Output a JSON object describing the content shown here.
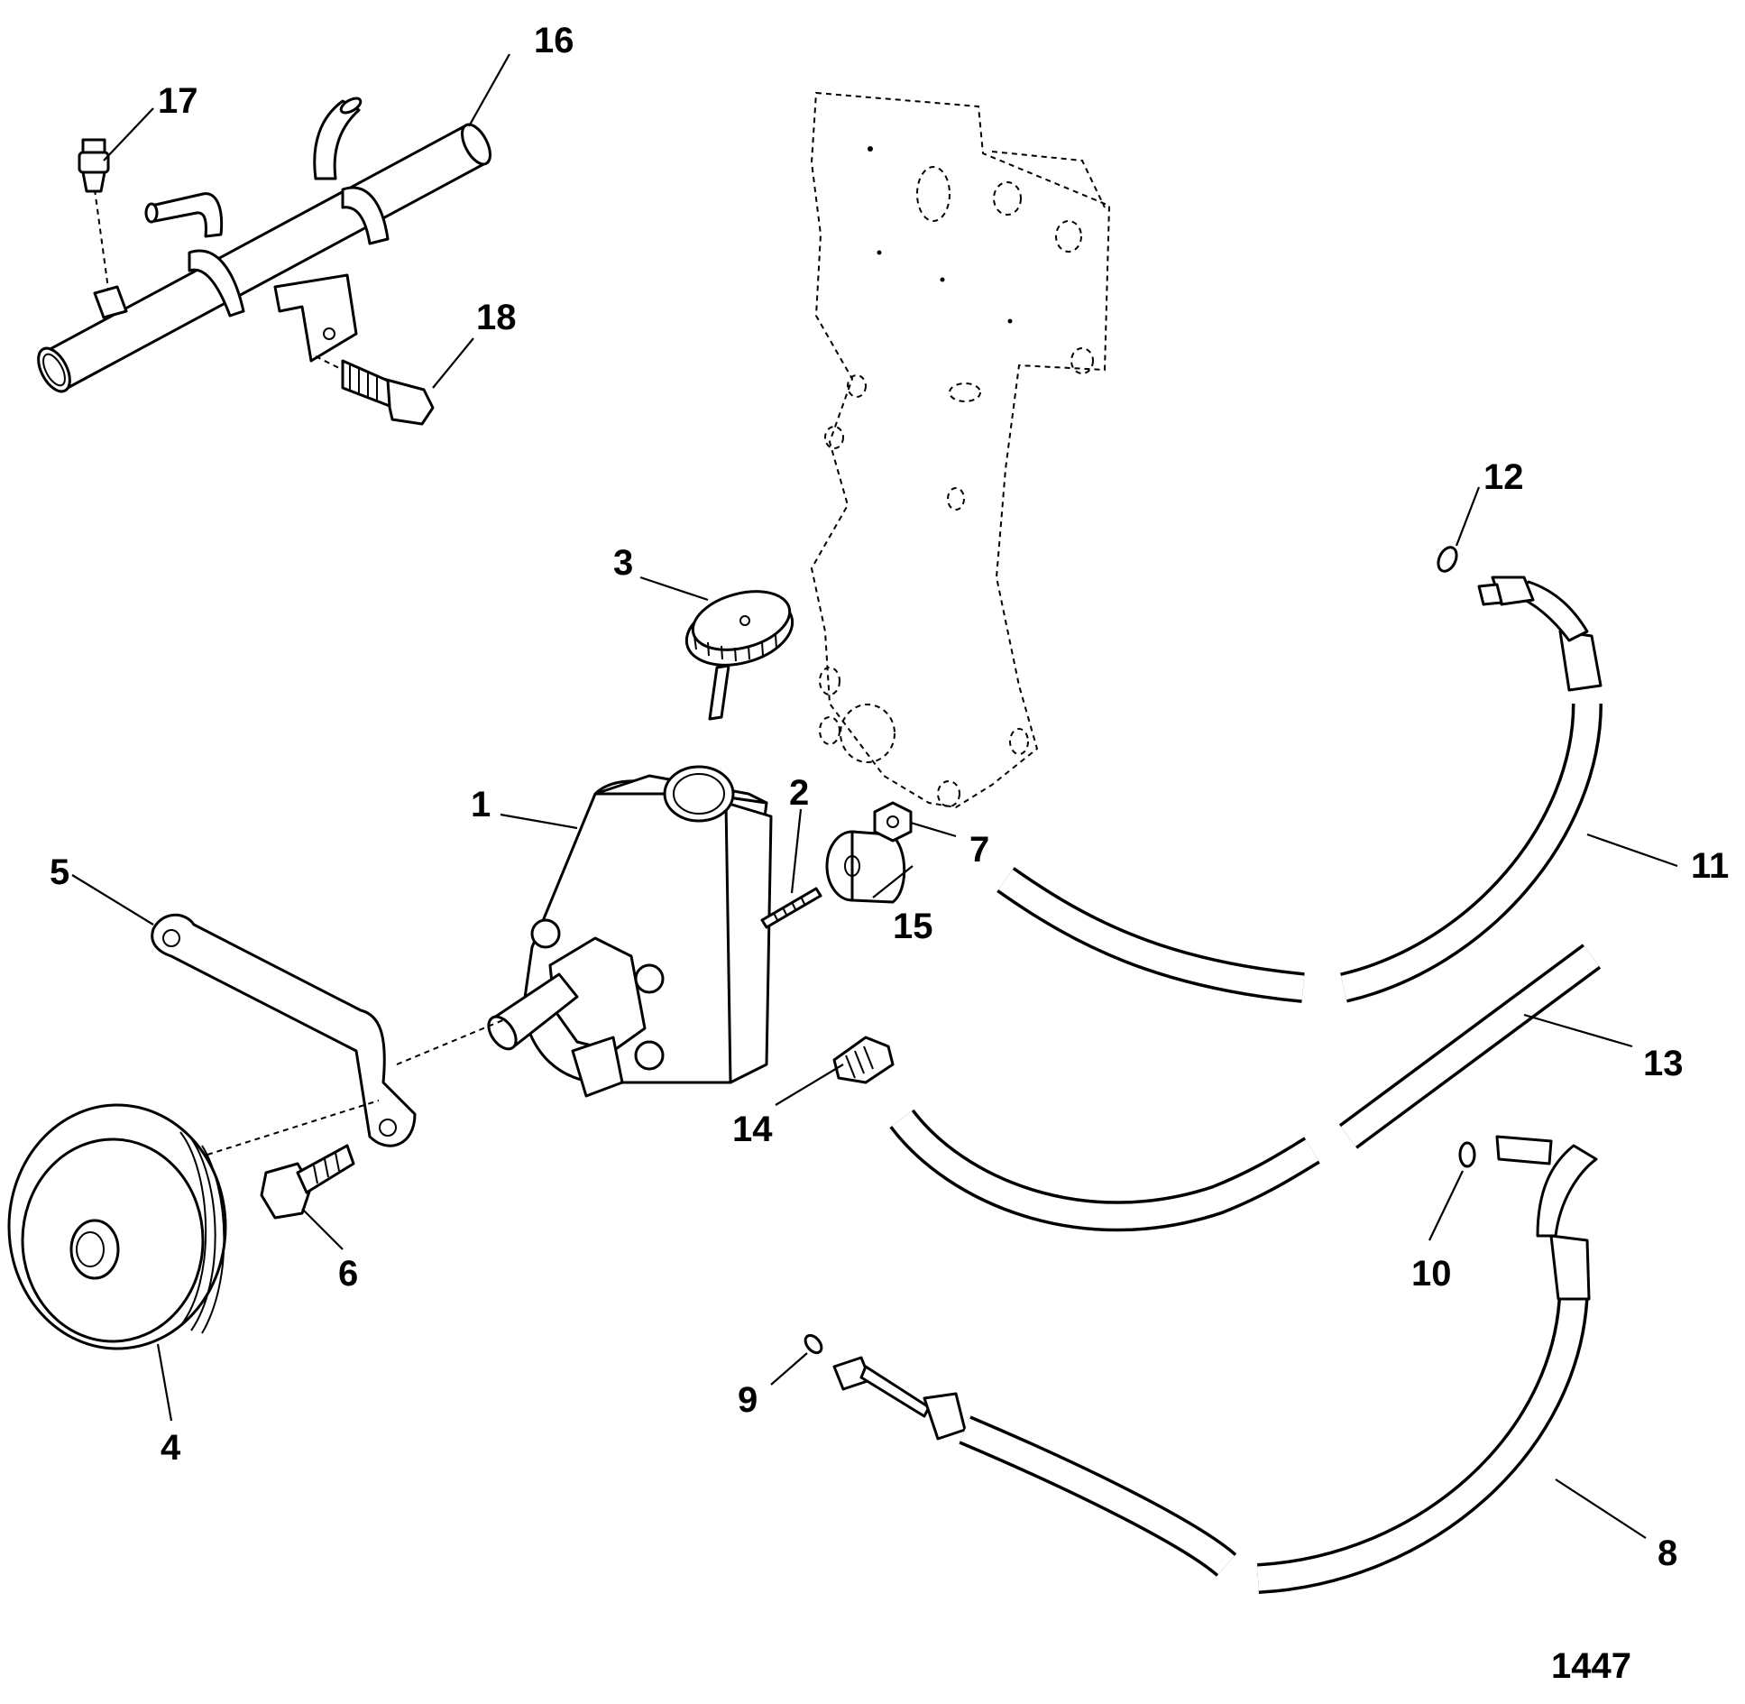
{
  "figure_number": "1447",
  "callouts": [
    {
      "id": "1",
      "label": "1"
    },
    {
      "id": "2",
      "label": "2"
    },
    {
      "id": "3",
      "label": "3"
    },
    {
      "id": "4",
      "label": "4"
    },
    {
      "id": "5",
      "label": "5"
    },
    {
      "id": "6",
      "label": "6"
    },
    {
      "id": "7",
      "label": "7"
    },
    {
      "id": "8",
      "label": "8"
    },
    {
      "id": "9",
      "label": "9"
    },
    {
      "id": "10",
      "label": "10"
    },
    {
      "id": "11",
      "label": "11"
    },
    {
      "id": "12",
      "label": "12"
    },
    {
      "id": "13",
      "label": "13"
    },
    {
      "id": "14",
      "label": "14"
    },
    {
      "id": "15",
      "label": "15"
    },
    {
      "id": "16",
      "label": "16"
    },
    {
      "id": "17",
      "label": "17"
    },
    {
      "id": "18",
      "label": "18"
    }
  ]
}
